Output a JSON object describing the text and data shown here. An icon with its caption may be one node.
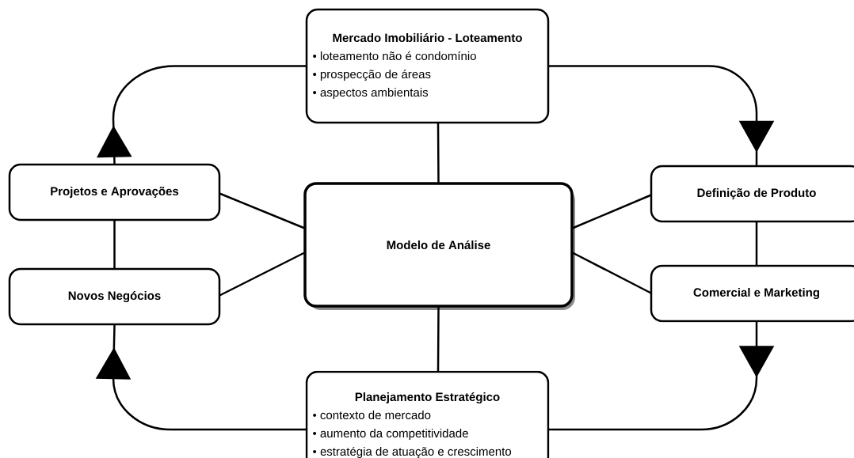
{
  "diagram": {
    "nodes": [
      {
        "text": [
          "Mercado Imobiliário - Loteamento",
          "• loteamento não é condomínio",
          "• prospecção de áreas",
          "• aspectos ambientais"
        ]
      },
      {
        "text": [
          "Projetos e Aprovações"
        ]
      },
      {
        "text": [
          "Modelo de Análise"
        ]
      },
      {
        "text": [
          "Definição de Produto"
        ]
      },
      {
        "text": [
          "Novos Negócios"
        ]
      },
      {
        "text": [
          "Comercial e Marketing"
        ]
      },
      {
        "text": [
          "Planejamento Estratégico",
          "• contexto de mercado",
          "• aumento da competitividade",
          "• estratégia de atuação e crescimento"
        ]
      }
    ],
    "edges": [
      {
        "from": 1,
        "to": 0,
        "arrow": "to"
      },
      {
        "from": 0,
        "to": 3,
        "arrow": "to"
      },
      {
        "from": 5,
        "to": 6,
        "arrow": "to"
      },
      {
        "from": 6,
        "to": 4,
        "arrow": "to"
      },
      {
        "from": 0,
        "to": 2,
        "arrow": "none"
      },
      {
        "from": 1,
        "to": 2,
        "arrow": "none"
      },
      {
        "from": 2,
        "to": 3,
        "arrow": "none"
      },
      {
        "from": 4,
        "to": 2,
        "arrow": "none"
      },
      {
        "from": 2,
        "to": 5,
        "arrow": "none"
      },
      {
        "from": 2,
        "to": 6,
        "arrow": "none"
      },
      {
        "from": 1,
        "to": 4,
        "arrow": "none"
      },
      {
        "from": 3,
        "to": 5,
        "arrow": "none"
      }
    ]
  }
}
